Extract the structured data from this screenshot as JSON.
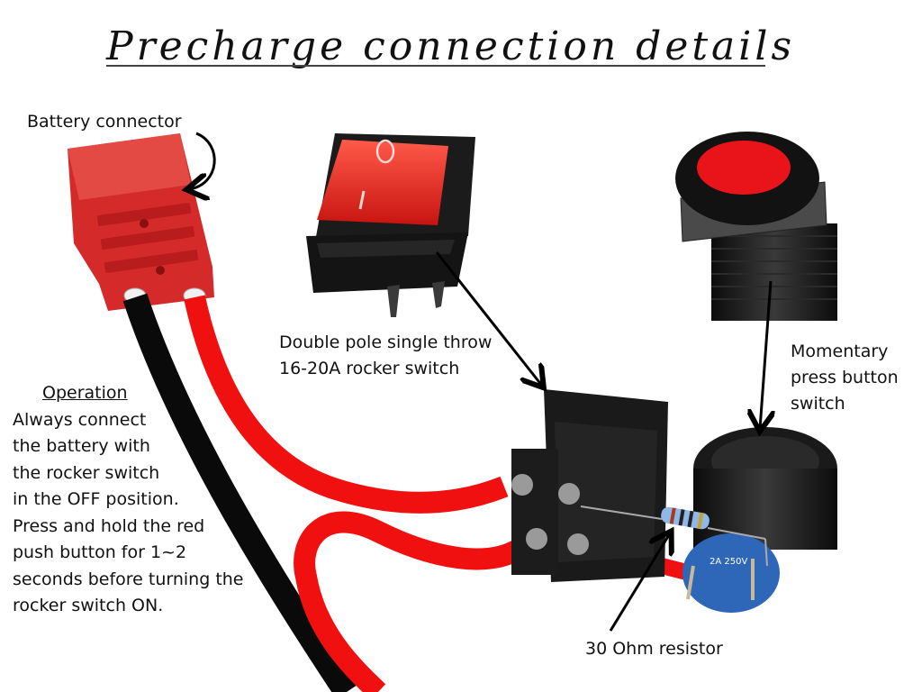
{
  "title": "Precharge connection details",
  "labels": {
    "battery_connector": "Battery connector",
    "rocker_line1": "Double pole single throw",
    "rocker_line2": "16-20A rocker switch",
    "momentary_line1": "Momentary",
    "momentary_line2": "press button",
    "momentary_line3": "switch",
    "resistor": "30 Ohm resistor"
  },
  "operation": {
    "heading": "Operation",
    "lines": [
      "Always connect",
      "the battery with",
      "the rocker switch",
      "in the OFF position.",
      "Press and hold the red",
      "push button for 1~2",
      "seconds before turning the",
      "rocker switch ON."
    ]
  },
  "switch_markings": {
    "rocker_on": "I",
    "rocker_off": "O",
    "button_rating": "2A 250V"
  },
  "colors": {
    "wire_red": "#f01010",
    "wire_black": "#0a0a0a",
    "connector_red": "#d42a2a",
    "rocker_red": "#e8201a",
    "button_red": "#e8141a",
    "switch_body": "#1a1a1a",
    "terminal_blue": "#2e66b8"
  }
}
